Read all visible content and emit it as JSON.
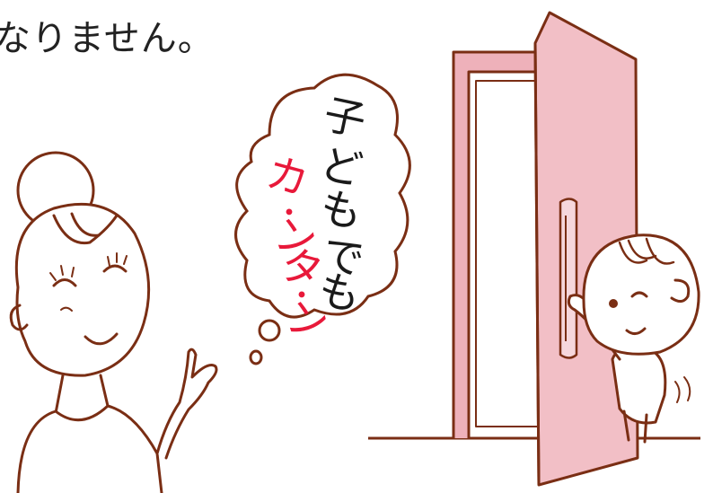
{
  "caption": {
    "text": "なりません。"
  },
  "thought_bubble": {
    "line_black": [
      "子",
      "ど",
      "も",
      "で",
      "も"
    ],
    "line_red": [
      "カ",
      "・",
      "ン",
      "タ",
      "・",
      "ン"
    ]
  },
  "colors": {
    "outline": "#7a2e14",
    "door": "#f2bfc6",
    "door_frame": "#eeb1ba",
    "red_text": "#e8193a",
    "black_text": "#1a1a1a"
  }
}
